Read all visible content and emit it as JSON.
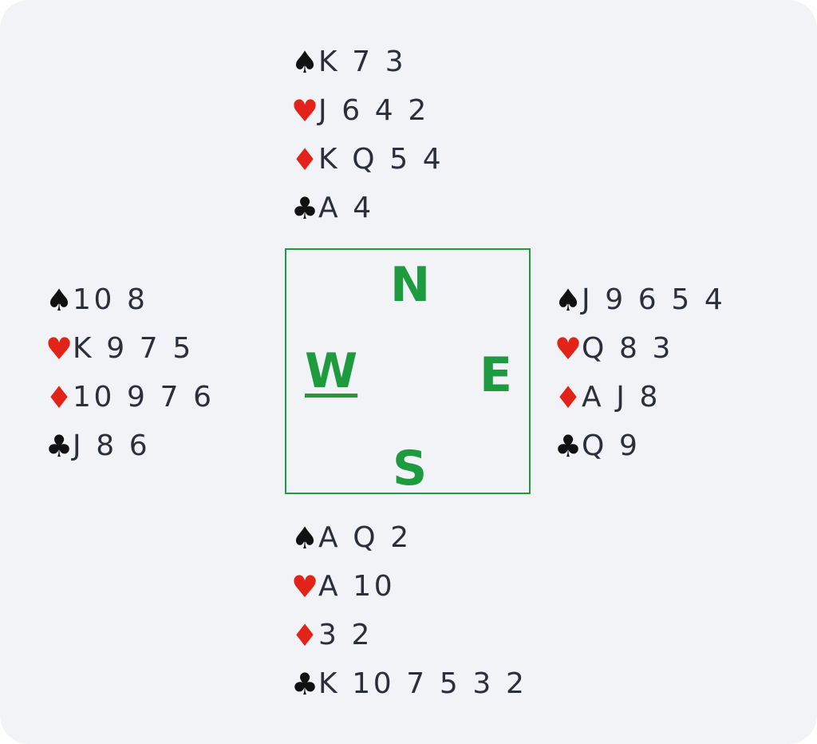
{
  "suit_symbols": {
    "spades": "♠",
    "hearts": "♥",
    "diamonds": "♦",
    "clubs": "♣"
  },
  "colors": {
    "black_suit": "#111111",
    "red_suit": "#e2231a",
    "compass": "#1e9b3f",
    "text": "#2a2f3a",
    "background": "#f2f3f7"
  },
  "hands": {
    "north": {
      "spades": "K 7 3",
      "hearts": "J 6 4 2",
      "diamonds": "K Q 5 4",
      "clubs": "A 4"
    },
    "west": {
      "spades": "10 8",
      "hearts": "K 9 7 5",
      "diamonds": "10 9 7 6",
      "clubs": "J 8 6"
    },
    "east": {
      "spades": "J 9 6 5 4",
      "hearts": "Q 8 3",
      "diamonds": "A J 8",
      "clubs": "Q 9"
    },
    "south": {
      "spades": "A Q 2",
      "hearts": "A 10",
      "diamonds": "3 2",
      "clubs": "K 10 7 5 3 2"
    }
  },
  "compass": {
    "north": "N",
    "west": "W",
    "east": "E",
    "south": "S",
    "dealer": "west"
  }
}
